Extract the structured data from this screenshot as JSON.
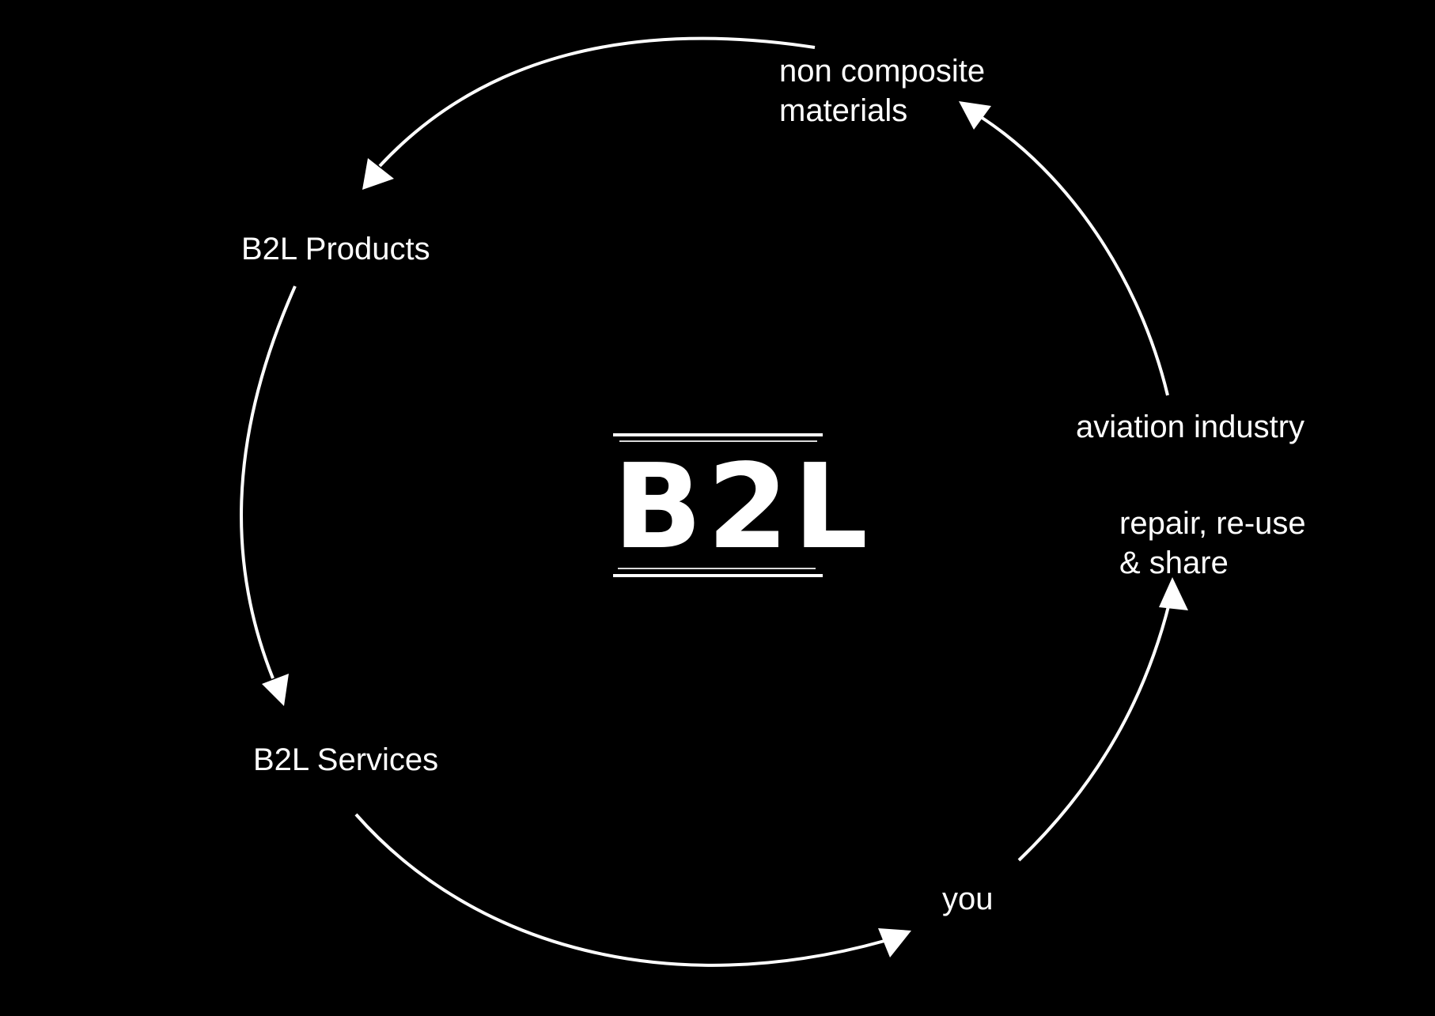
{
  "logo": {
    "text": "B2L"
  },
  "nodes": {
    "non_composite": {
      "lines": [
        "non composite",
        "materials"
      ]
    },
    "b2l_products": {
      "lines": [
        "B2L Products"
      ]
    },
    "b2l_services": {
      "lines": [
        "B2L Services"
      ]
    },
    "you": {
      "lines": [
        "you"
      ]
    },
    "repair": {
      "lines": [
        "repair, re-use",
        "& share"
      ]
    },
    "aviation": {
      "lines": [
        "aviation industry"
      ]
    }
  },
  "colors": {
    "background": "#000000",
    "foreground": "#ffffff"
  }
}
